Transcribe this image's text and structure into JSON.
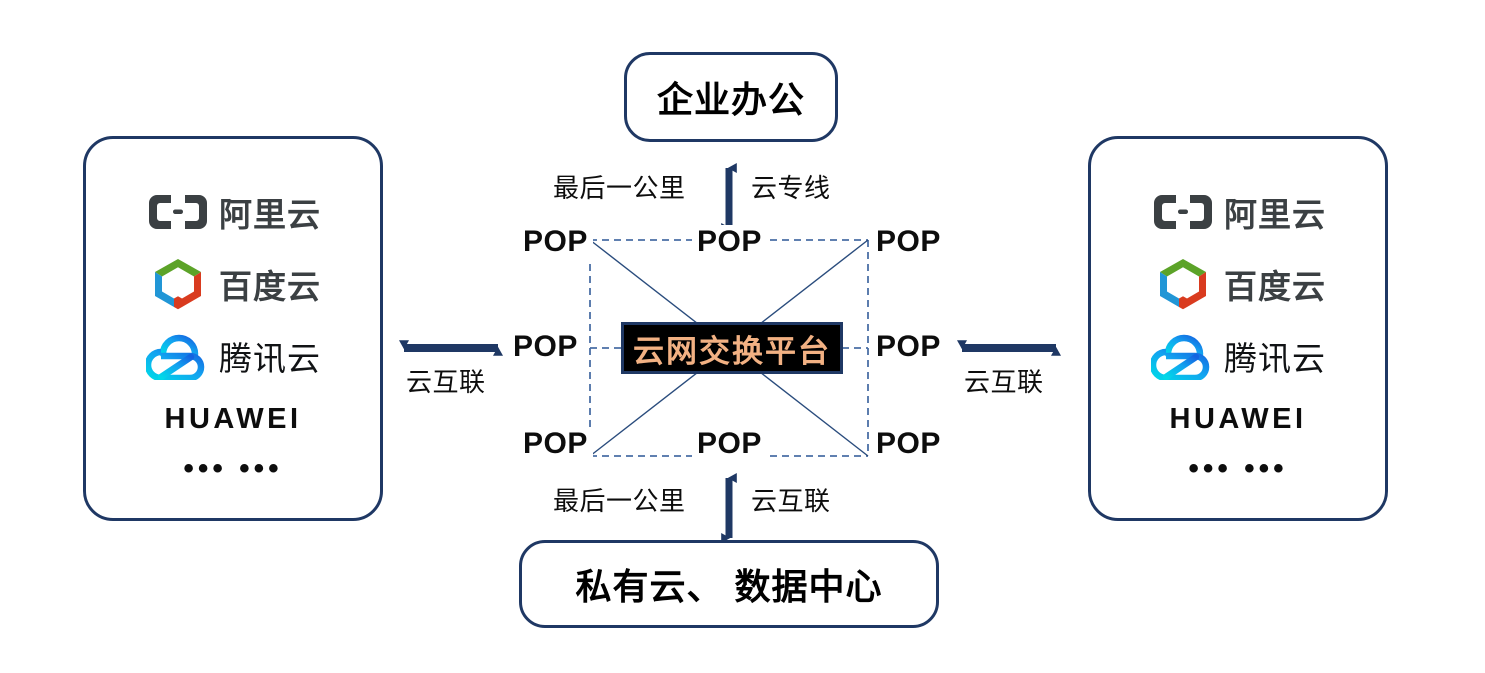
{
  "diagram": {
    "title_box_top": "企业办公",
    "title_box_bottom": "私有云、 数据中心",
    "platform": "云网交换平台",
    "pop_label": "POP",
    "pops": [
      {
        "id": "pop-top-left",
        "label": "POP"
      },
      {
        "id": "pop-top-center",
        "label": "POP"
      },
      {
        "id": "pop-top-right",
        "label": "POP"
      },
      {
        "id": "pop-mid-left",
        "label": "POP"
      },
      {
        "id": "pop-mid-right",
        "label": "POP"
      },
      {
        "id": "pop-bottom-left",
        "label": "POP"
      },
      {
        "id": "pop-bottom-center",
        "label": "POP"
      },
      {
        "id": "pop-bottom-right",
        "label": "POP"
      }
    ],
    "connectors": {
      "top_left_text": "最后一公里",
      "top_right_text": "云专线",
      "bottom_left_text": "最后一公里",
      "bottom_right_text": "云互联",
      "left_text": "云互联",
      "right_text": "云互联"
    },
    "colors": {
      "border_navy": "#1F3864",
      "arrow_navy": "#1F3864",
      "platform_bg": "#000000",
      "platform_text": "#F2B183",
      "mesh_dash": "#4A6FA5",
      "aliyun_gray": "#3B4043",
      "baidu_green": "#5CA328",
      "baidu_blue": "#2196D6",
      "baidu_red": "#D93B1F",
      "tencent_blue": "#1283E8",
      "tencent_cyan": "#00C8E0"
    }
  },
  "providers_left": {
    "panel_name": "cloud-providers-left",
    "items": [
      {
        "logo": "aliyun-logo",
        "name": "阿里云"
      },
      {
        "logo": "baidu-cloud-logo",
        "name": "百度云"
      },
      {
        "logo": "tencent-cloud-logo",
        "name": "腾讯云"
      },
      {
        "logo": "huawei-wordmark",
        "name": "HUAWEI"
      }
    ],
    "ellipsis": "••• •••"
  },
  "providers_right": {
    "panel_name": "cloud-providers-right",
    "items": [
      {
        "logo": "aliyun-logo",
        "name": "阿里云"
      },
      {
        "logo": "baidu-cloud-logo",
        "name": "百度云"
      },
      {
        "logo": "tencent-cloud-logo",
        "name": "腾讯云"
      },
      {
        "logo": "huawei-wordmark",
        "name": "HUAWEI"
      }
    ],
    "ellipsis": "••• •••"
  }
}
